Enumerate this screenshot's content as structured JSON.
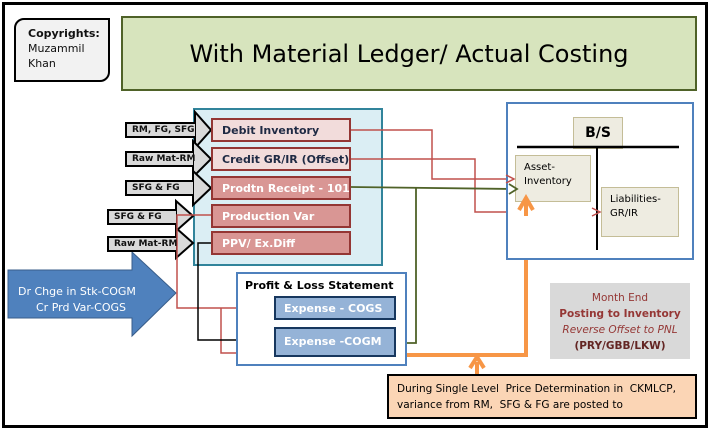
{
  "copyright": {
    "label": "Copyrights:",
    "author_line1": "Muzammil",
    "author_line2": "Khan"
  },
  "title": "With Material Ledger/ Actual Costing",
  "journal_entries": [
    {
      "label": "Debit Inventory",
      "style": "light",
      "source_tag": "RM, FG, SFG"
    },
    {
      "label": "Credit GR/IR (Offset)",
      "style": "light",
      "source_tag": "Raw Mat-RM"
    },
    {
      "label": "Prodtn Receipt - 101",
      "style": "dark",
      "source_tag": "SFG & FG"
    },
    {
      "label": "Production Var",
      "style": "dark",
      "source_tag": "SFG & FG"
    },
    {
      "label": "PPV/ Ex.Diff",
      "style": "dark",
      "source_tag": "Raw Mat-RM"
    }
  ],
  "balance_sheet": {
    "title": "B/S",
    "asset_line1": "Asset-",
    "asset_line2": "Inventory",
    "liability_line1": "Liabilities-",
    "liability_line2": "GR/IR"
  },
  "profit_loss": {
    "title": "Profit & Loss Statement",
    "expense_cogs": "Expense - COGS",
    "expense_cogm": "Expense -COGM"
  },
  "big_arrow": {
    "line1": "Dr Chge in Stk-COGM",
    "line2": "Cr Prd Var-COGS"
  },
  "month_end": {
    "line1": "Month End",
    "line2": "Posting to Inventory",
    "line3": "Reverse Offset to PNL",
    "line4": "(PRY/GBB/LKW)"
  },
  "note": {
    "line1": "During Single Level  Price Determination in  CKMLCP,",
    "line2": "variance from RM,  SFG & FG are posted to"
  },
  "colors": {
    "red_flow": "#c0504d",
    "green_flow": "#4f6228",
    "black_flow": "#000000",
    "orange_flow": "#f79646",
    "big_arrow": "#4f81bd"
  }
}
